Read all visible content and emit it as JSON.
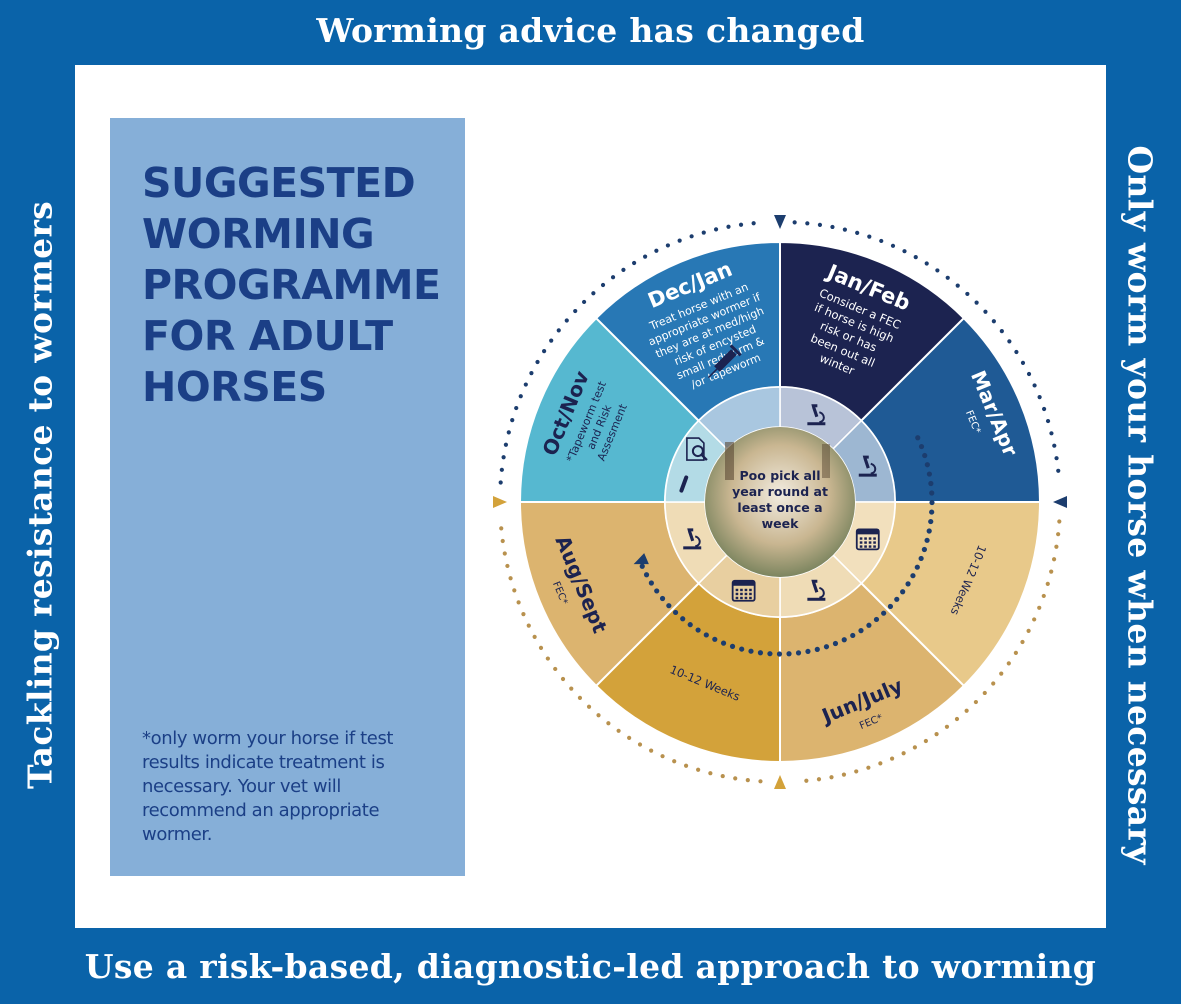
{
  "banners": {
    "top": "Worming advice has changed",
    "left": "Tackling resistance to wormers",
    "right": "Only worm your horse when necessary",
    "bottom": "Use a risk-based, diagnostic-led approach to worming"
  },
  "sidebar": {
    "title_lines": [
      "SUGGESTED",
      "WORMING",
      "PROGRAMME",
      "FOR ADULT",
      "HORSES"
    ],
    "footnote": "*only worm your horse if test results indicate treatment is necessary. Your vet will recommend an appropriate wormer."
  },
  "wheel": {
    "segments": {
      "jan_feb": {
        "title": "Jan/Feb",
        "body": [
          "Consider a FEC",
          "if horse is high",
          "risk or has",
          "been out all",
          "winter"
        ]
      },
      "mar_apr": {
        "title": "Mar/Apr",
        "body": [
          "FEC*"
        ]
      },
      "gap_summer": {
        "body": [
          "10-12 Weeks"
        ]
      },
      "jun_july": {
        "title": "Jun/July",
        "body": [
          "FEC*"
        ]
      },
      "gap_autumn": {
        "body": [
          "10-12 Weeks"
        ]
      },
      "aug_sept": {
        "title": "Aug/Sept",
        "body": [
          "FEC*"
        ]
      },
      "oct_nov": {
        "title": "Oct/Nov",
        "body": [
          "*Tapeworm test",
          "and  Risk",
          "Assesment"
        ]
      },
      "dec_jan": {
        "title": "Dec/Jan",
        "body": [
          "Treat horse with an",
          "appropriate wormer if",
          "they are at med/high",
          "risk of encysted",
          "small redworm &",
          "/or tapeworm"
        ]
      }
    },
    "center_text": [
      "Poo pick all",
      "year round at",
      "least once a",
      "week"
    ],
    "icons": [
      "microscope-icon",
      "syringe-icon",
      "calendar-icon",
      "magnifier-document-icon",
      "test-tube-icon"
    ]
  },
  "colors": {
    "background": "#0a63a9",
    "panel": "#ffffff",
    "sidebox": "#86afd8",
    "title_text": "#1b3f86",
    "navy": "#1c2350",
    "steel_blue": "#1f5a95",
    "mid_blue": "#2878b5",
    "light_blue": "#56b8d0",
    "gold": "#d3a23a",
    "tan": "#dcb46f",
    "light_tan": "#e8c98a",
    "dot_blue": "#1c3d6e",
    "dot_gold": "#b8914e"
  }
}
